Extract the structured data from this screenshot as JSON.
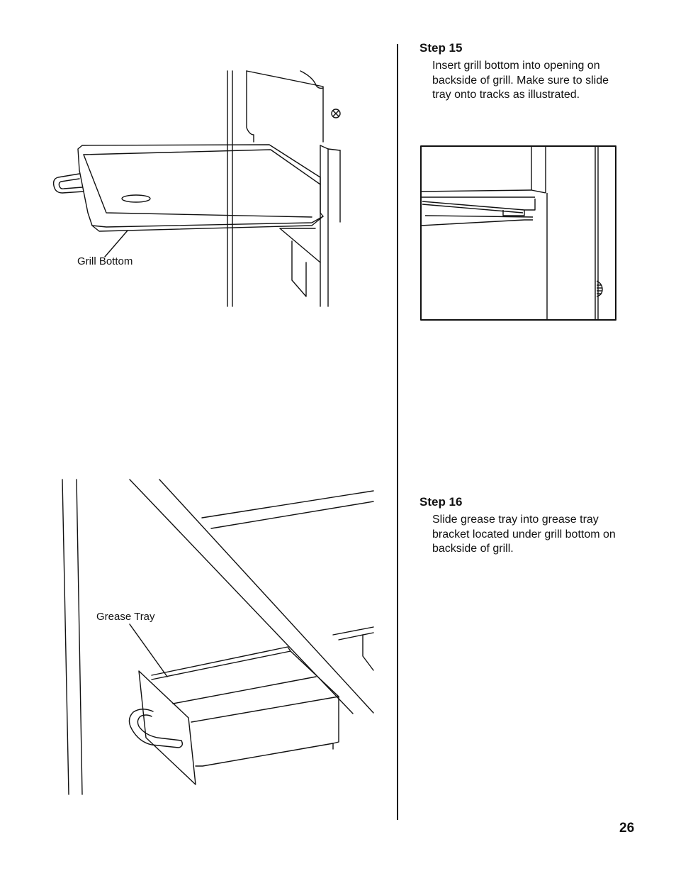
{
  "steps": [
    {
      "title": "Step 15",
      "text": "Insert grill bottom into opening on backside of grill. Make sure to slide tray onto tracks as illustrated."
    },
    {
      "title": "Step 16",
      "text": "Slide grease tray into grease tray bracket located under grill bottom on backside of grill."
    }
  ],
  "callouts": {
    "grill_bottom": "Grill Bottom",
    "grease_tray": "Grease Tray"
  },
  "page_number": "26"
}
